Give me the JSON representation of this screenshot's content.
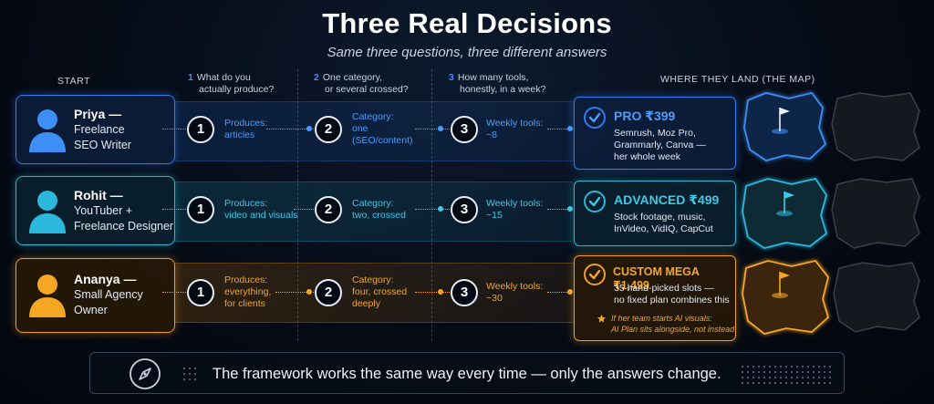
{
  "title": "Three Real Decisions",
  "subtitle": "Same three questions, three different answers",
  "headers": {
    "start": "START",
    "q1_num": "1",
    "q1_line1": "What do you",
    "q1_line2": "actually produce?",
    "q2_num": "2",
    "q2_line1": "One category,",
    "q2_line2": "or several crossed?",
    "q3_num": "3",
    "q3_line1": "How many tools,",
    "q3_line2": "honestly, in a week?",
    "land": "WHERE THEY LAND (THE MAP)"
  },
  "rows": [
    {
      "name": "Priya —",
      "role1": "Freelance",
      "role2": "SEO Writer",
      "step1": "1",
      "a1l1": "Produces:",
      "a1l2": "articles",
      "a1l3": "",
      "step2": "2",
      "a2l1": "Category:",
      "a2l2": "one",
      "a2l3": "(SEO/content)",
      "step3": "3",
      "a3l1": "Weekly tools:",
      "a3l2": "~8",
      "plan": "PRO ₹399",
      "p1": "Semrush, Moz Pro,",
      "p2": "Grammarly, Canva —",
      "p3": "her whole week",
      "color": "#2d7cf0"
    },
    {
      "name": "Rohit —",
      "role1": "YouTuber +",
      "role2": "Freelance Designer",
      "step1": "1",
      "a1l1": "Produces:",
      "a1l2": "video and visuals",
      "a1l3": "",
      "step2": "2",
      "a2l1": "Category:",
      "a2l2": "two, crossed",
      "a2l3": "",
      "step3": "3",
      "a3l1": "Weekly tools:",
      "a3l2": "~15",
      "plan": "ADVANCED ₹499",
      "p1": "Stock footage, music,",
      "p2": "InVideo, VidIQ, CapCut",
      "p3": "",
      "color": "#24b8d8"
    },
    {
      "name": "Ananya —",
      "role1": "Small Agency",
      "role2": "Owner",
      "step1": "1",
      "a1l1": "Produces:",
      "a1l2": "everything,",
      "a1l3": "for clients",
      "step2": "2",
      "a2l1": "Category:",
      "a2l2": "four, crossed",
      "a2l3": "deeply",
      "step3": "3",
      "a3l1": "Weekly tools:",
      "a3l2": "~30",
      "plan": "CUSTOM MEGA ₹1,499",
      "p1": "35 hand-picked slots —",
      "p2": "no fixed plan combines this",
      "p3": "",
      "note1": "If her team starts AI visuals:",
      "note2": "AI Plan sits alongside, not instead",
      "color": "#f0a020"
    }
  ],
  "footer": "The framework works the same way every time — only the answers change.",
  "icons": [
    "user-icon",
    "check-circle-icon",
    "flag-icon",
    "star-icon",
    "compass-icon"
  ]
}
